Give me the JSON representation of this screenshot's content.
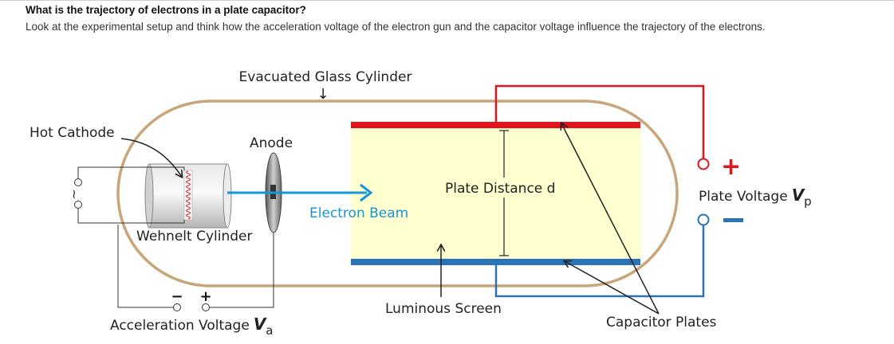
{
  "question": {
    "title": "What is the trajectory of electrons in a plate capacitor?",
    "description": "Look at the experimental setup and think how the acceleration voltage of the electron gun and the capacitor voltage influence the trajectory of the electrons."
  },
  "labels": {
    "evacuated_cylinder": "Evacuated Glass Cylinder",
    "hot_cathode": "Hot Cathode",
    "anode": "Anode",
    "wehnelt": "Wehnelt Cylinder",
    "electron_beam": "Electron Beam",
    "plate_distance": "Plate Distance d",
    "luminous_screen": "Luminous Screen",
    "capacitor_plates": "Capacitor Plates",
    "plate_voltage": "Plate Voltage",
    "plate_voltage_symbol": "V",
    "plate_voltage_sub": "p",
    "accel_voltage": "Acceleration Voltage",
    "accel_voltage_symbol": "V",
    "accel_voltage_sub": "a",
    "ac_symbol": "~",
    "plus": "+",
    "minus": "−",
    "arrow_down": "↓"
  },
  "colors": {
    "positive": "#e3131b",
    "negative": "#2a73b8",
    "beam": "#1596d6",
    "screen": "#ffffd0",
    "glass": "#c8a67a"
  }
}
